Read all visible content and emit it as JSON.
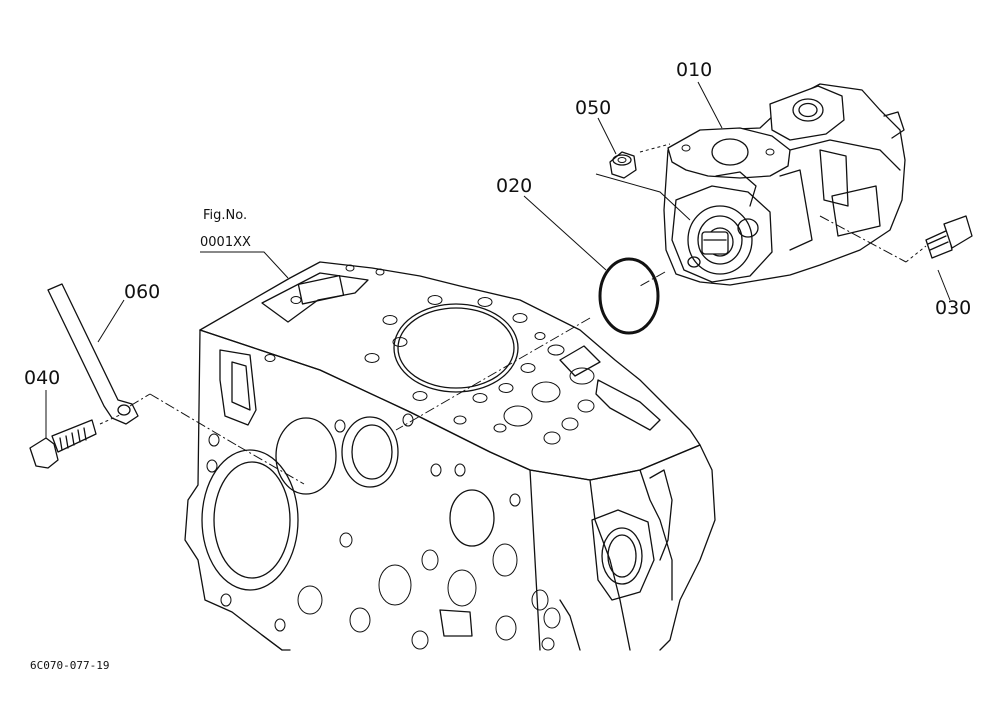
{
  "callouts": {
    "p010": "010",
    "p020": "020",
    "p030": "030",
    "p040": "040",
    "p050": "050",
    "p060": "060"
  },
  "reference": {
    "line1": "Fig.No.",
    "line2": "0001XX"
  },
  "drawing_code": "6C070-077-19"
}
